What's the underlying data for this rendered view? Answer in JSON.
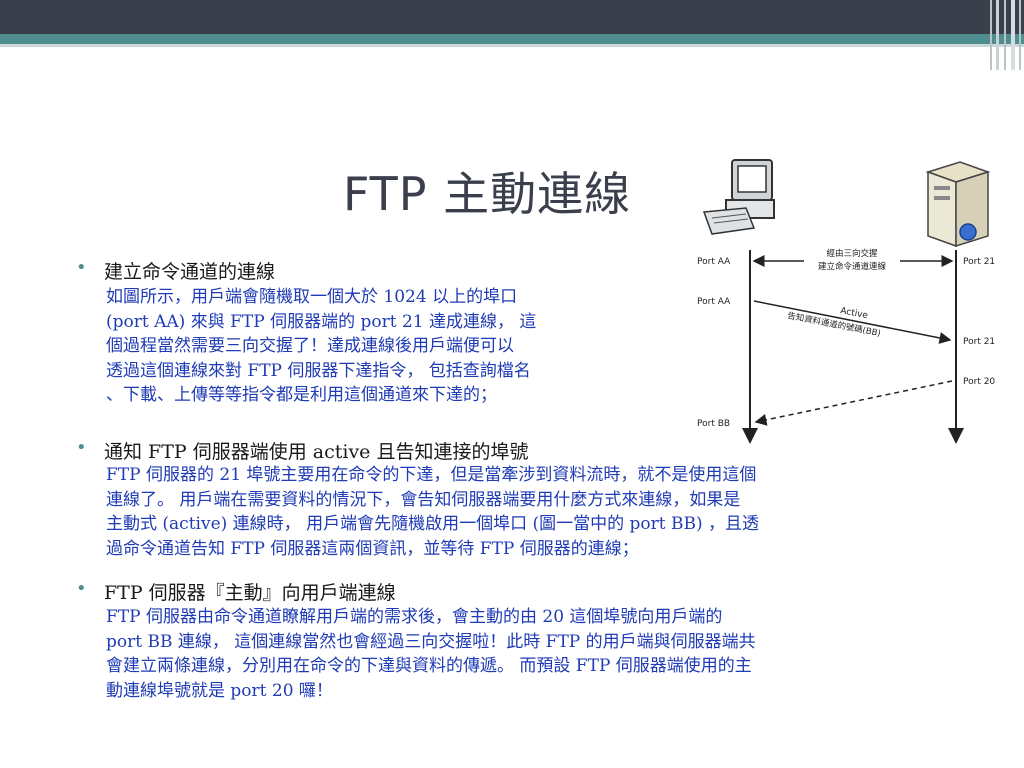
{
  "slide": {
    "title": "FTP 主動連線"
  },
  "sections": [
    {
      "heading": "建立命令通道的連線",
      "lines": [
        "如圖所示，用戶端會隨機取一個大於 1024 以上的埠口",
        " (port AA) 來與 FTP 伺服器端的 port 21 達成連線， 這",
        "個過程當然需要三向交握了！達成連線後用戶端便可以",
        "透過這個連線來對 FTP 伺服器下達指令， 包括查詢檔名",
        "、下載、上傳等等指令都是利用這個通道來下達的；"
      ]
    },
    {
      "heading": "通知 FTP 伺服器端使用 active 且告知連接的埠號",
      "lines": [
        "FTP 伺服器的 21 埠號主要用在命令的下達，但是當牽涉到資料流時，就不是使用這個",
        "連線了。 用戶端在需要資料的情況下，會告知伺服器端要用什麼方式來連線，如果是",
        "主動式 (active) 連線時， 用戶端會先隨機啟用一個埠口 (圖一當中的 port BB) ，且透",
        "過命令通道告知 FTP 伺服器這兩個資訊，並等待 FTP 伺服器的連線；"
      ]
    },
    {
      "heading": "FTP 伺服器『主動』向用戶端連線",
      "lines": [
        "FTP 伺服器由命令通道瞭解用戶端的需求後，會主動的由 20 這個埠號向用戶端的",
        "port BB 連線， 這個連線當然也會經過三向交握啦！此時 FTP 的用戶端與伺服器端共",
        "會建立兩條連線，分別用在命令的下達與資料的傳遞。 而預設 FTP 伺服器端使用的主",
        "動連線埠號就是 port 20 囉！"
      ]
    }
  ],
  "diagram": {
    "client_ports": [
      "Port AA",
      "Port AA",
      "Port BB"
    ],
    "server_ports": [
      "Port 21",
      "Port 21",
      "Port 20"
    ],
    "handshake_label_1": "經由三向交握",
    "handshake_label_2": "建立命令通道連線",
    "active_label": "Active",
    "notify_label": "告知資料通道的號碼(BB)",
    "icons": [
      "computer-icon",
      "server-icon"
    ]
  }
}
